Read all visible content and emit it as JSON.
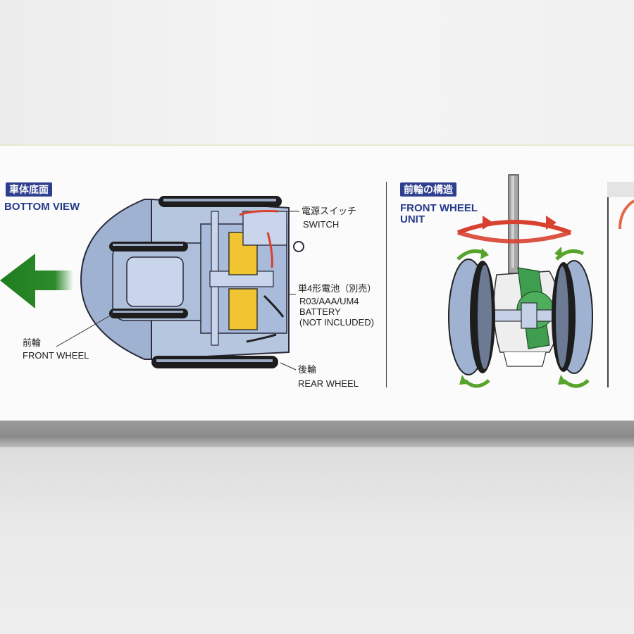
{
  "bottom_view": {
    "tag_jp": "車体底面",
    "title": "BOTTOM VIEW"
  },
  "front_wheel_unit": {
    "tag_jp": "前輪の構造",
    "title_line1": "FRONT WHEEL",
    "title_line2": "UNIT"
  },
  "labels": {
    "switch_jp": "電源スイッチ",
    "switch_en": "SWITCH",
    "battery_jp": "単4形電池（別売）",
    "battery_en_1": "R03/AAA/UM4",
    "battery_en_2": "BATTERY",
    "battery_en_3": "(NOT INCLUDED)",
    "front_wheel_jp": "前輪",
    "front_wheel_en": "FRONT WHEEL",
    "rear_wheel_jp": "後輪",
    "rear_wheel_en": "REAR WHEEL"
  },
  "colors": {
    "tag_bg": "#2f3f8f",
    "title": "#253a8a",
    "body_blue": "#9fb2d2",
    "battery": "#f0c531",
    "arrow_green": "#2e8a2a",
    "rotation_red": "#d8412f",
    "gear_green": "#3f9d4f"
  },
  "icons": [
    "left-arrow-icon",
    "rotation-arrow-icon"
  ]
}
